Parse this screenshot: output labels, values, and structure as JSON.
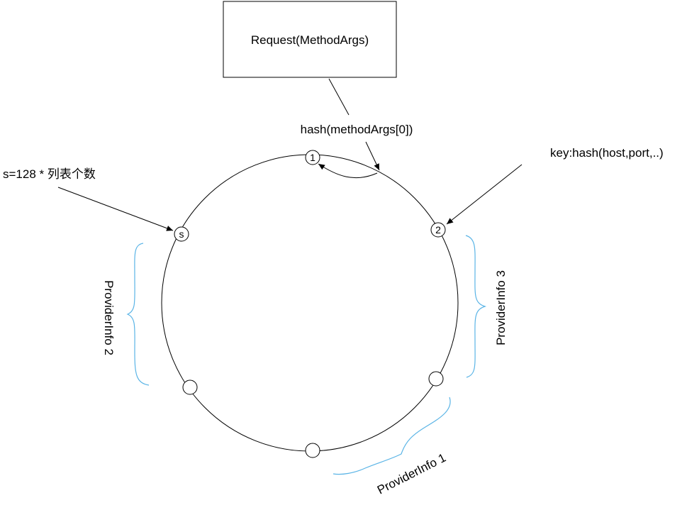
{
  "request_box": {
    "label": "Request(MethodArgs)"
  },
  "hash_label": "hash(methodArgs[0])",
  "key_label": "key:hash(host,port,..)",
  "s_label": "s=128 * 列表个数",
  "nodes": {
    "node1": "1",
    "node2": "2",
    "node_s": "s"
  },
  "providers": {
    "p1": "ProviderInfo 1",
    "p2": "ProviderInfo 2",
    "p3": "ProviderInfo 3"
  },
  "colors": {
    "brace": "#5ab4e6",
    "line": "#000000"
  }
}
